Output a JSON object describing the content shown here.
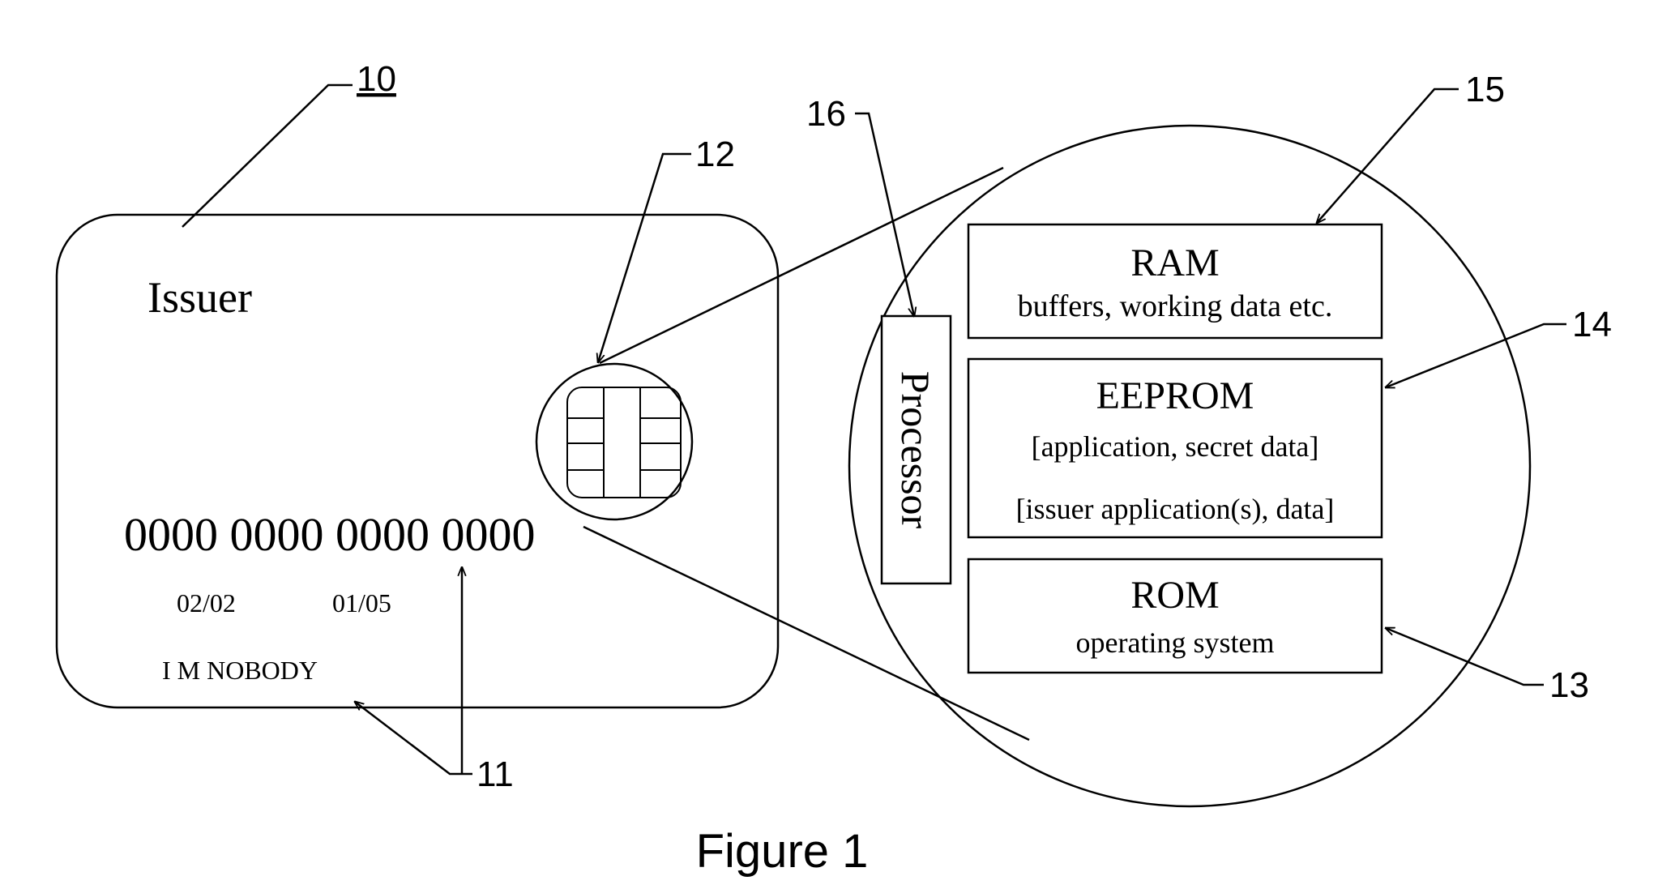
{
  "card": {
    "issuer": "Issuer",
    "number": "0000 0000 0000 0000",
    "date_1": "02/02",
    "date_2": "01/05",
    "name": "I M NOBODY"
  },
  "chip_detail": {
    "processor": "Processor",
    "ram": {
      "title": "RAM",
      "desc": "buffers, working data etc."
    },
    "eeprom": {
      "title": "EEPROM",
      "line_1": "[application, secret data]",
      "line_2": "[issuer application(s), data]"
    },
    "rom": {
      "title": "ROM",
      "desc": "operating system"
    }
  },
  "refs": {
    "card": "10",
    "card_text": "11",
    "chip": "12",
    "rom": "13",
    "eeprom": "14",
    "ram": "15",
    "processor": "16"
  },
  "caption": "Figure 1"
}
